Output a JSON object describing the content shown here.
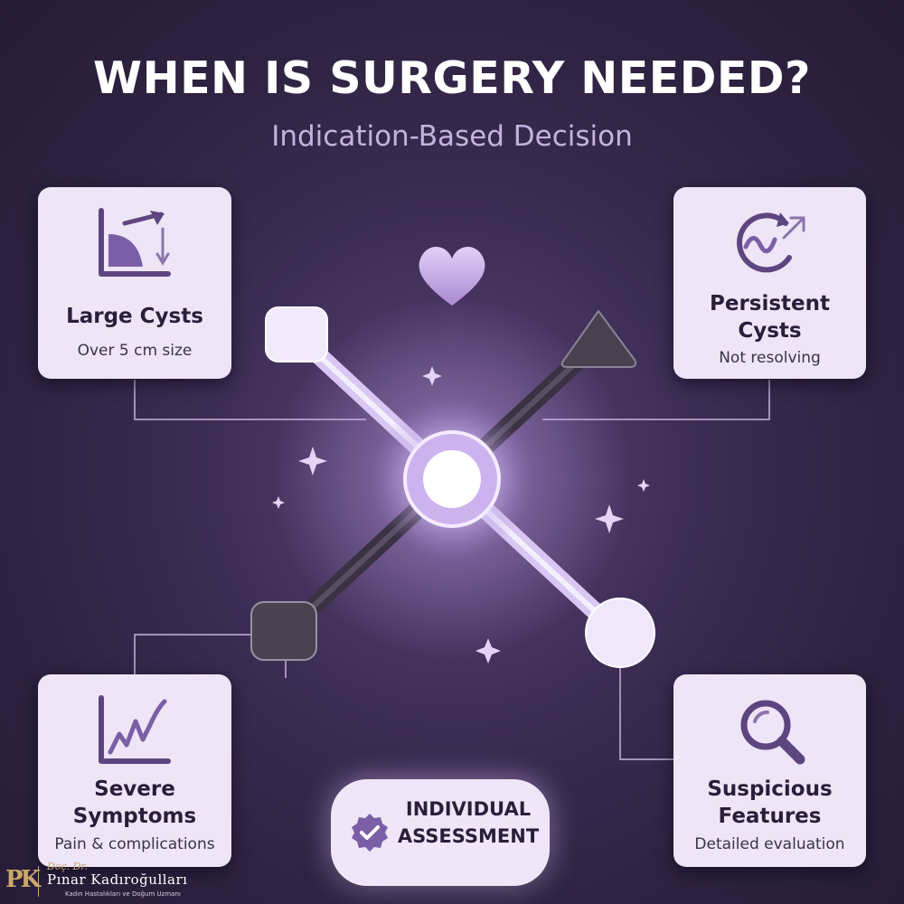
{
  "title": "WHEN IS SURGERY NEEDED?",
  "subtitle": "Indication-Based Decision",
  "cards": [
    {
      "title": "Large Cysts",
      "subtitle": "Over 5 cm size",
      "icon": "chart-area-expand-icon"
    },
    {
      "title": "Persistent Cysts",
      "title_line1": "Persistent",
      "title_line2": "Cysts",
      "subtitle": "Not resolving",
      "icon": "refresh-wave-icon"
    },
    {
      "title": "Severe Symptoms",
      "title_line1": "Severe",
      "title_line2": "Symptoms",
      "subtitle": "Pain & complications",
      "icon": "line-chart-spike-icon"
    },
    {
      "title": "Suspicious Features",
      "title_line1": "Suspicious",
      "title_line2": "Features",
      "subtitle": "Detailed evaluation",
      "icon": "magnifier-icon"
    }
  ],
  "center_badge": {
    "line1": "INDIVIDUAL",
    "line2": "ASSESSMENT",
    "icon": "check-badge-icon"
  },
  "logo": {
    "mark": "PK",
    "prefix": "Doç. Dr.",
    "name": "Pınar Kadıroğulları",
    "tagline": "Kadın Hastalıkları ve Doğum Uzmanı"
  },
  "colors": {
    "background": "#2d2240",
    "card": "#eee5f6",
    "icon": "#5d4680",
    "title_text": "#ffffff",
    "subtitle_text": "#c6b2de",
    "logo_gold": "#c9a86a"
  }
}
